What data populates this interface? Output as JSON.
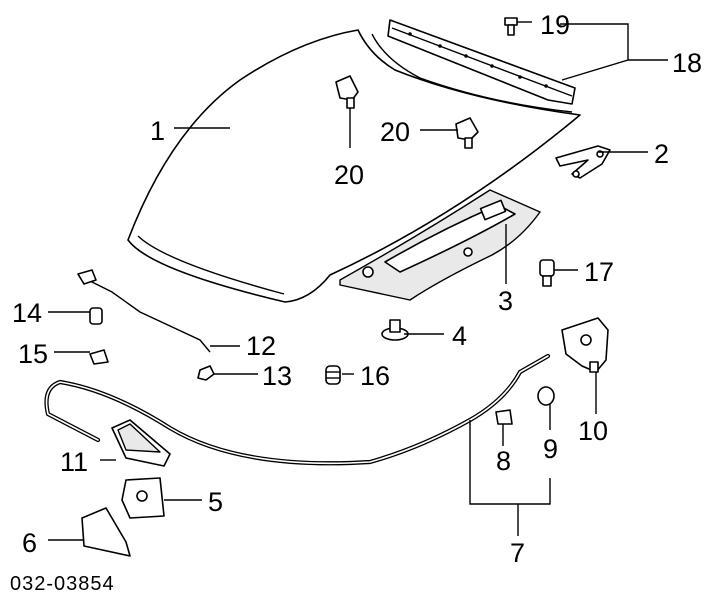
{
  "diagram": {
    "reference_code": "032-03854",
    "callouts": [
      {
        "id": "1",
        "label": "1"
      },
      {
        "id": "2",
        "label": "2"
      },
      {
        "id": "3",
        "label": "3"
      },
      {
        "id": "4",
        "label": "4"
      },
      {
        "id": "5",
        "label": "5"
      },
      {
        "id": "6",
        "label": "6"
      },
      {
        "id": "7",
        "label": "7"
      },
      {
        "id": "8",
        "label": "8"
      },
      {
        "id": "9",
        "label": "9"
      },
      {
        "id": "10",
        "label": "10"
      },
      {
        "id": "11",
        "label": "11"
      },
      {
        "id": "12",
        "label": "12"
      },
      {
        "id": "13",
        "label": "13"
      },
      {
        "id": "14",
        "label": "14"
      },
      {
        "id": "15",
        "label": "15"
      },
      {
        "id": "16",
        "label": "16"
      },
      {
        "id": "17",
        "label": "17"
      },
      {
        "id": "18",
        "label": "18"
      },
      {
        "id": "19",
        "label": "19"
      },
      {
        "id": "20a",
        "label": "20"
      },
      {
        "id": "20b",
        "label": "20"
      }
    ]
  }
}
